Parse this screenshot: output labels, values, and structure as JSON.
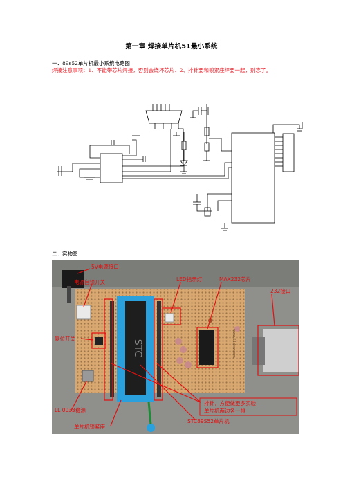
{
  "document": {
    "title": "第一章 焊接单片机51最小系统",
    "section1_heading": "一．89s52单片机最小系统电路图",
    "note": "焊接注意事项：1、不能带芯片焊接，否则会烧坏芯片．2、排针要和锁紧座焊要一起，别忘了。",
    "section2_heading": "二．实物图"
  },
  "photo": {
    "labels": {
      "power_jack": "5V电源接口",
      "power_switch": "电源自锁开关",
      "led": "LED指示灯",
      "max232": "MAX232芯片",
      "db9": "232接口",
      "reset": "复位开关",
      "regulator": "LL 0033稳源",
      "lock_seat": "单片机锁紧座",
      "note_line1": "排针，方便做更多实验",
      "note_line2": "单片机两边各一排",
      "mcu": "STC89S52单片机"
    },
    "silk_text": "www.51dxw.com",
    "chip_text": "STC"
  },
  "colors": {
    "note_red": "#e8202a",
    "label_red": "#e21010",
    "circuit_line": "#000000",
    "socket_blue": "#2aa0dc",
    "pcb": "#d8a870"
  }
}
